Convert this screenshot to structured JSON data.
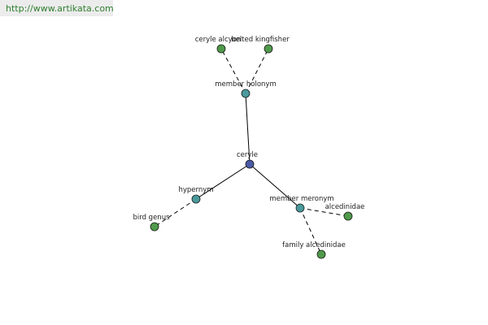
{
  "url": "http://www.artikata.com",
  "colors": {
    "center": "#4a5aa6",
    "relation": "#4a9a9c",
    "leaf": "#4f9a4a"
  },
  "nodes": [
    {
      "id": "cerlyle",
      "label": "ceryle",
      "kind": "center"
    },
    {
      "id": "member-holonym",
      "label": "member holonym",
      "kind": "relation"
    },
    {
      "id": "ceryle-alcyon",
      "label": "ceryle alcyon",
      "kind": "leaf"
    },
    {
      "id": "belted-kingfisher",
      "label": "belted kingfisher",
      "kind": "leaf"
    },
    {
      "id": "hypernym",
      "label": "hypernym",
      "kind": "relation"
    },
    {
      "id": "bird-genus",
      "label": "bird genus",
      "kind": "leaf"
    },
    {
      "id": "member-meronym",
      "label": "member meronym",
      "kind": "relation"
    },
    {
      "id": "alcedinidae",
      "label": "alcedinidae",
      "kind": "leaf"
    },
    {
      "id": "family-alcedinidae",
      "label": "family alcedinidae",
      "kind": "leaf"
    }
  ],
  "edges": [
    {
      "from": "cerlyle",
      "to": "member-holonym",
      "style": "solid"
    },
    {
      "from": "cerlyle",
      "to": "hypernym",
      "style": "solid"
    },
    {
      "from": "cerlyle",
      "to": "member-meronym",
      "style": "solid"
    },
    {
      "from": "member-holonym",
      "to": "ceryle-alcyon",
      "style": "dashed"
    },
    {
      "from": "member-holonym",
      "to": "belted-kingfisher",
      "style": "dashed"
    },
    {
      "from": "hypernym",
      "to": "bird-genus",
      "style": "dashed"
    },
    {
      "from": "member-meronym",
      "to": "alcedinidae",
      "style": "dashed"
    },
    {
      "from": "member-meronym",
      "to": "family-alcedinidae",
      "style": "dashed"
    }
  ]
}
